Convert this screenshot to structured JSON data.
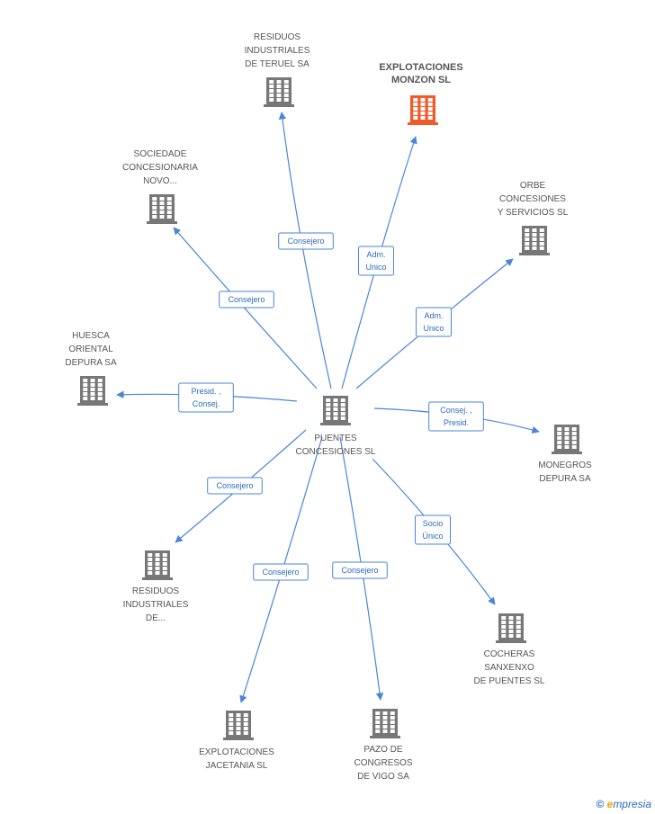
{
  "colors": {
    "edge": "#4a86d6",
    "building": "#777777",
    "highlight": "#f05a28"
  },
  "nodes": [
    {
      "id": "center",
      "lines": [
        "PUENTES",
        "CONCESIONES SL"
      ],
      "icon": "building-icon"
    },
    {
      "id": "explotaciones-monzon",
      "lines": [
        "EXPLOTACIONES",
        "MONZON SL"
      ],
      "icon": "building-icon",
      "highlight": true
    },
    {
      "id": "residuos-teruel",
      "lines": [
        "RESIDUOS",
        "INDUSTRIALES",
        "DE TERUEL SA"
      ],
      "icon": "building-icon"
    },
    {
      "id": "sociedade-concesionaria",
      "lines": [
        "SOCIEDADE",
        "CONCESIONARIA",
        "NOVO..."
      ],
      "icon": "building-icon"
    },
    {
      "id": "orbe-concesiones",
      "lines": [
        "ORBE",
        "CONCESIONES",
        "Y SERVICIOS SL"
      ],
      "icon": "building-icon"
    },
    {
      "id": "huesca-oriental",
      "lines": [
        "HUESCA",
        "ORIENTAL",
        "DEPURA SA"
      ],
      "icon": "building-icon"
    },
    {
      "id": "monegros-depura",
      "lines": [
        "MONEGROS",
        "DEPURA SA"
      ],
      "icon": "building-icon"
    },
    {
      "id": "residuos-industriales-de",
      "lines": [
        "RESIDUOS",
        "INDUSTRIALES",
        "DE..."
      ],
      "icon": "building-icon"
    },
    {
      "id": "cocheras-sanxenxo",
      "lines": [
        "COCHERAS",
        "SANXENXO",
        "DE PUENTES SL"
      ],
      "icon": "building-icon"
    },
    {
      "id": "explotaciones-jacetania",
      "lines": [
        "EXPLOTACIONES",
        "JACETANIA SL"
      ],
      "icon": "building-icon"
    },
    {
      "id": "pazo-congresos",
      "lines": [
        "PAZO DE",
        "CONGRESOS",
        "DE VIGO SA"
      ],
      "icon": "building-icon"
    }
  ],
  "edges": [
    {
      "to": "explotaciones-monzon",
      "label": [
        "Adm.",
        "Unico"
      ]
    },
    {
      "to": "residuos-teruel",
      "label": [
        "Consejero"
      ]
    },
    {
      "to": "sociedade-concesionaria",
      "label": [
        "Consejero"
      ]
    },
    {
      "to": "orbe-concesiones",
      "label": [
        "Adm.",
        "Unico"
      ]
    },
    {
      "to": "huesca-oriental",
      "label": [
        "Presid. ,",
        "Consej."
      ]
    },
    {
      "to": "monegros-depura",
      "label": [
        "Consej. ,",
        "Presid."
      ]
    },
    {
      "to": "residuos-industriales-de",
      "label": [
        "Consejero"
      ]
    },
    {
      "to": "cocheras-sanxenxo",
      "label": [
        "Socio",
        "Único"
      ]
    },
    {
      "to": "explotaciones-jacetania",
      "label": [
        "Consejero"
      ]
    },
    {
      "to": "pazo-congresos",
      "label": [
        "Consejero"
      ]
    }
  ],
  "footer": {
    "copyright": "©",
    "brand_e": "e",
    "brand_rest": "mpresia"
  }
}
